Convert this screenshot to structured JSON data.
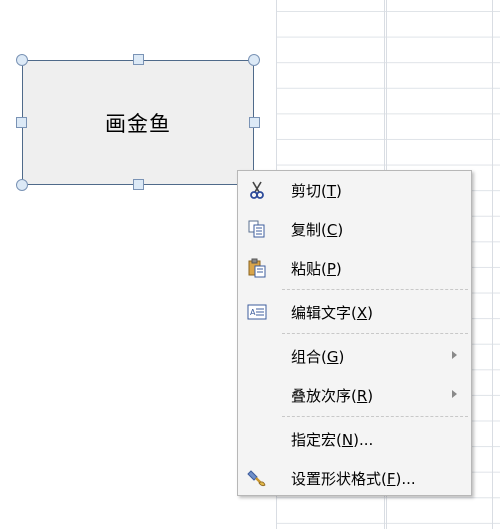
{
  "shape": {
    "text": "画金鱼"
  },
  "context_menu": {
    "items": [
      {
        "label": "剪切(",
        "key": "T",
        "tail": ")",
        "icon": "scissors-icon"
      },
      {
        "label": "复制(",
        "key": "C",
        "tail": ")",
        "icon": "copy-icon"
      },
      {
        "label": "粘贴(",
        "key": "P",
        "tail": ")",
        "icon": "paste-icon"
      },
      {
        "label": "编辑文字(",
        "key": "X",
        "tail": ")",
        "icon": "edit-text-icon"
      },
      {
        "label": "组合(",
        "key": "G",
        "tail": ")",
        "icon": ""
      },
      {
        "label": "叠放次序(",
        "key": "R",
        "tail": ")",
        "icon": ""
      },
      {
        "label": "指定宏(",
        "key": "N",
        "tail": ")...",
        "icon": ""
      },
      {
        "label": "设置形状格式(",
        "key": "F",
        "tail": ")...",
        "icon": "format-shape-icon"
      }
    ]
  },
  "colors": {
    "menu_bg": "#f4f4f4",
    "shape_border": "#4f6a8a",
    "handle_fill": "#dce9f6"
  }
}
